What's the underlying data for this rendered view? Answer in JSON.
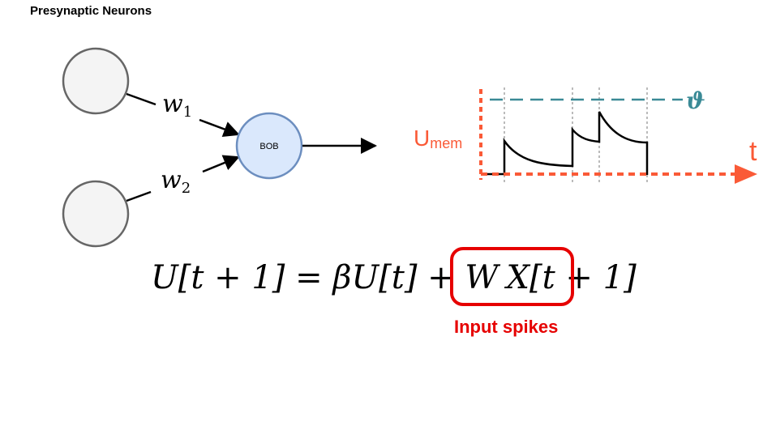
{
  "title": "Presynaptic Neurons",
  "network": {
    "neuron_label": "BOB",
    "weights": [
      {
        "symbol": "w",
        "index": "1"
      },
      {
        "symbol": "w",
        "index": "2"
      }
    ]
  },
  "membrane_plot": {
    "y_label_main": "U",
    "y_label_sub": "mem",
    "threshold_symbol": "ϑ",
    "x_label": "t"
  },
  "equation": {
    "lhs": "U[t + 1] = βU[t] + W",
    "highlighted": "X[t + 1]"
  },
  "caption": "Input spikes",
  "colors": {
    "input_neuron_fill": "#f4f4f4",
    "input_neuron_stroke": "#666666",
    "output_neuron_fill": "#dae8fc",
    "output_neuron_stroke": "#6c8ebf",
    "membrane_axis": "#fa5a37",
    "threshold": "#3a8a96",
    "highlight": "#e60000",
    "spike_guide": "#bbbbbb"
  }
}
